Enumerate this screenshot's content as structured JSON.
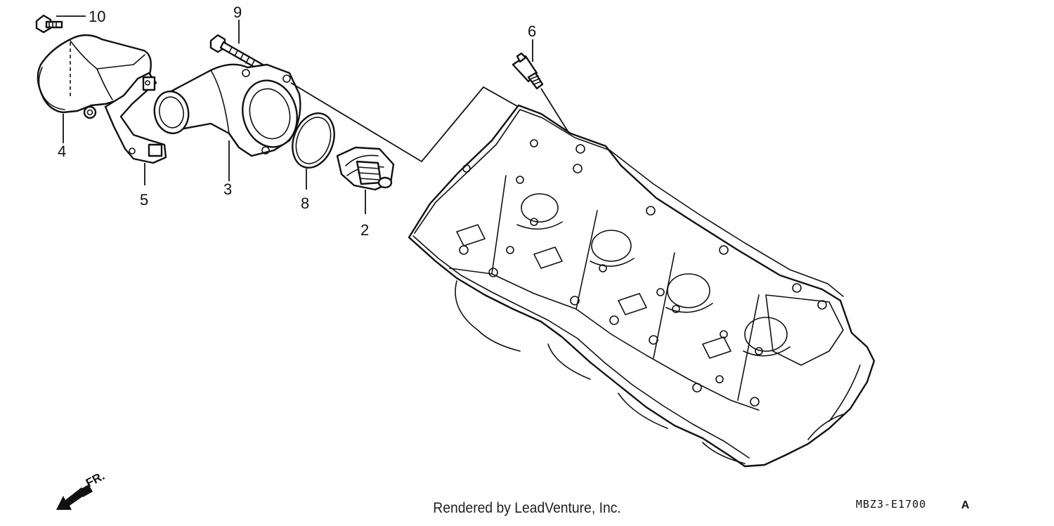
{
  "callouts": {
    "p2": "2",
    "p3": "3",
    "p4": "4",
    "p5": "5",
    "p6": "6",
    "p8": "8",
    "p9": "9",
    "p10": "10"
  },
  "orientation": {
    "label": "FR.",
    "icon": "front-direction-arrow-icon"
  },
  "diagram_code": "MBZ3-E1700",
  "diagram_code_suffix": "A",
  "credit": "Rendered by LeadVenture, Inc."
}
